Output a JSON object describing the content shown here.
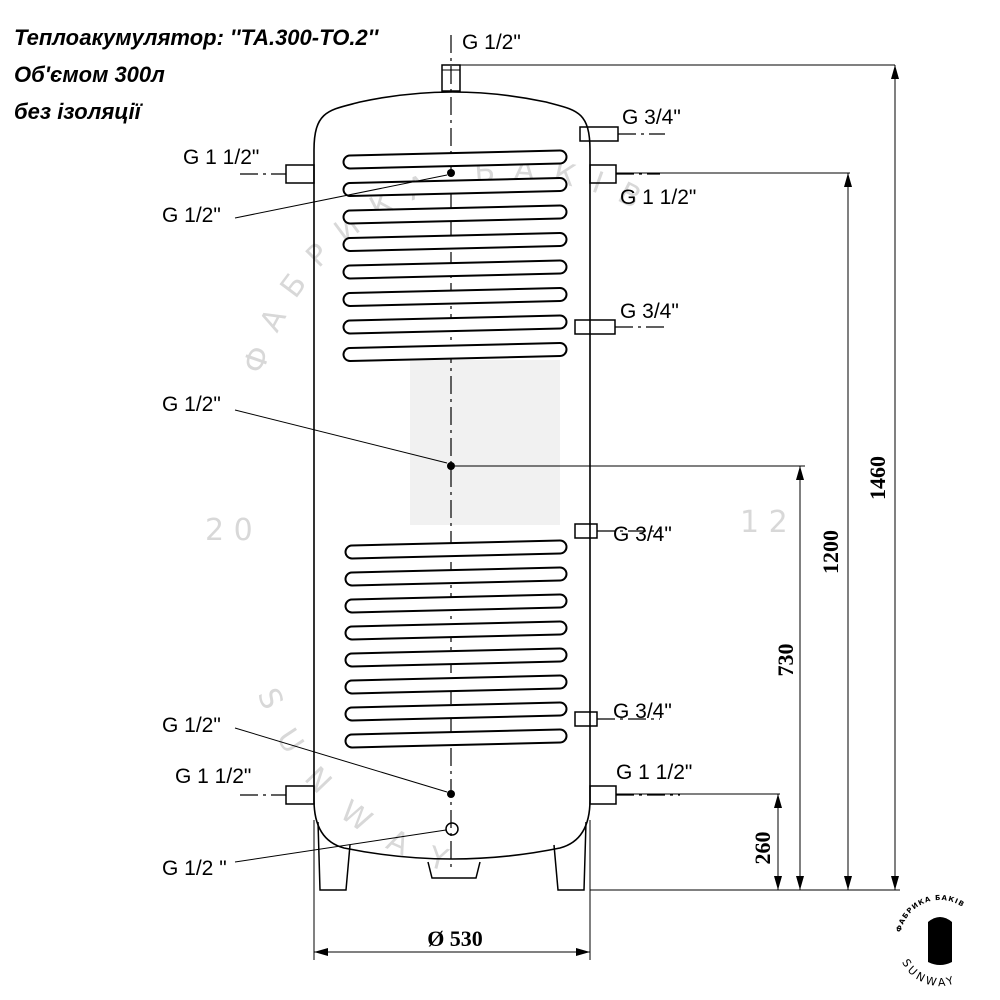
{
  "title": {
    "line1": "Теплоакумулятор: ''ТА.300-ТО.2''",
    "line2": "Об'ємом 300л",
    "line3": "без ізоляції"
  },
  "labels": {
    "top_outlet": "G  1/2\"",
    "upper_coil_in": "G 3/4\"",
    "upper_coil_out": "G 3/4\"",
    "upper_left_port": "G 1 1/2\"",
    "upper_right_port": "G 1 1/2\"",
    "upper_sensor": "G 1/2\"",
    "middle_sensor": "G 1/2\"",
    "lower_coil_in": "G 3/4\"",
    "lower_coil_out": "G 3/4\"",
    "lower_sensor": "G 1/2\"",
    "lower_left_port": "G 1 1/2\"",
    "lower_right_port": "G 1 1/2\"",
    "drain": "G 1/2 \""
  },
  "dimensions": {
    "total_height": "1460",
    "upper_port_height": "1200",
    "middle_height": "730",
    "lower_port_height": "260",
    "diameter": "Ø 530"
  },
  "watermark": {
    "arc_top": "ФАБРИКА БАКІВ",
    "arc_bottom": "SUNWAY",
    "year_left": "2 0",
    "year_right": "1 2"
  },
  "logo": {
    "top_text": "ФАБРИКА БАКІВ",
    "bottom_text": "SUNWAY"
  }
}
